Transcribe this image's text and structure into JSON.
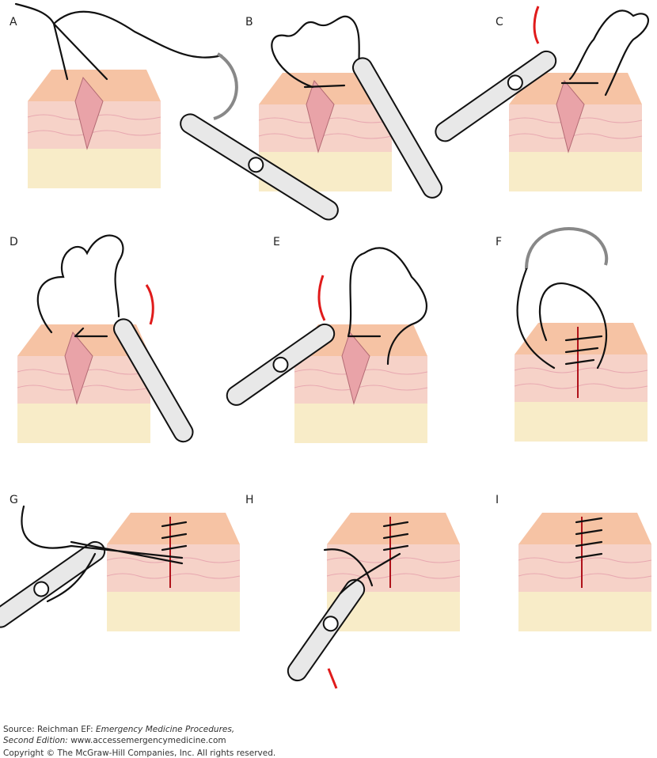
{
  "panels": [
    {
      "label": "A",
      "wound": "open"
    },
    {
      "label": "B",
      "wound": "open"
    },
    {
      "label": "C",
      "wound": "open"
    },
    {
      "label": "D",
      "wound": "open"
    },
    {
      "label": "E",
      "wound": "open"
    },
    {
      "label": "F",
      "wound": "closed"
    },
    {
      "label": "G",
      "wound": "closed"
    },
    {
      "label": "H",
      "wound": "closed"
    },
    {
      "label": "I",
      "wound": "closed"
    }
  ],
  "footer": {
    "source_prefix": "Source: Reichman EF: ",
    "book_title": "Emergency Medicine Procedures,",
    "edition": "Second Edition:",
    "url": " www.accessemergencymedicine.com",
    "copyright": "Copyright © The McGraw-Hill Companies, Inc. All rights reserved."
  },
  "colors": {
    "skin_top": "#f6c3a4",
    "dermis": "#f6d2c8",
    "fat": "#f8ecc8",
    "wound": "#e9a3a8",
    "arrow": "#e01b1b",
    "incision": "#b0121a"
  }
}
